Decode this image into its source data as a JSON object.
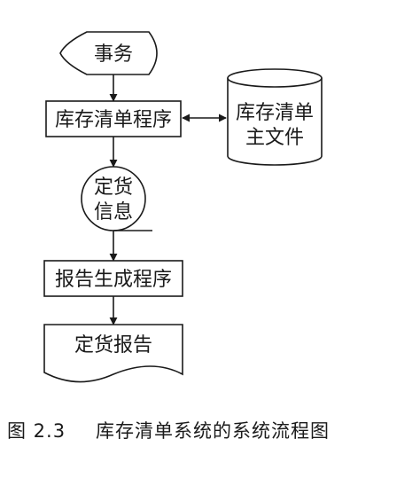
{
  "diagram": {
    "nodes": {
      "transaction": {
        "label": "事务"
      },
      "inventory_program": {
        "label": "库存清单程序"
      },
      "master_file": {
        "lines": [
          "库存清单",
          "主文件"
        ]
      },
      "order_info": {
        "lines": [
          "定货",
          "信息"
        ]
      },
      "report_program": {
        "label": "报告生成程序"
      },
      "order_report": {
        "label": "定货报告"
      }
    }
  },
  "caption": {
    "figure_number": "图 2.3",
    "title": "库存清单系统的系统流程图"
  }
}
